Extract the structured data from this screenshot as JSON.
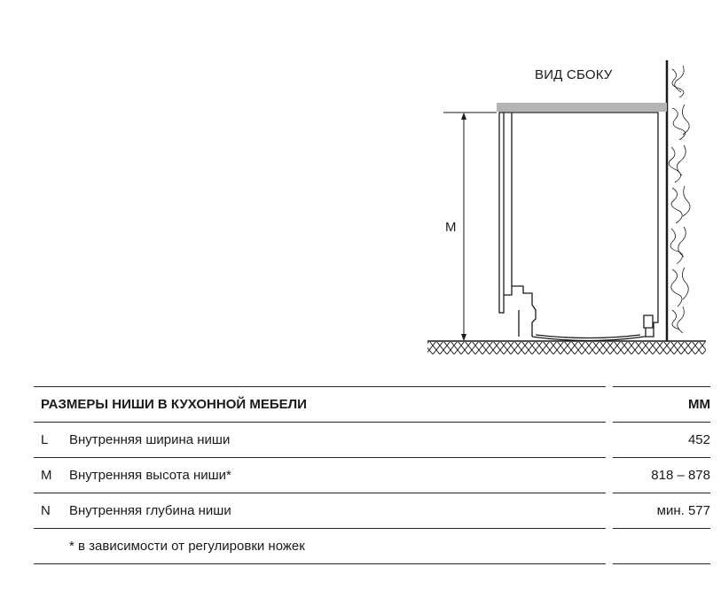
{
  "diagram": {
    "view_label": "ВИД СБОКУ",
    "dimension_label": "M"
  },
  "table": {
    "header": {
      "title": "РАЗМЕРЫ НИШИ В КУХОННОЙ МЕБЕЛИ",
      "unit": "ММ"
    },
    "rows": [
      {
        "letter": "L",
        "name": "Внутренняя ширина ниши",
        "value": "452"
      },
      {
        "letter": "M",
        "name": "Внутренняя высота ниши*",
        "value": "818 – 878"
      },
      {
        "letter": "N",
        "name": "Внутренняя глубина ниши",
        "value": "мин. 577"
      }
    ],
    "footnote": "* в зависимости от регулировки ножек"
  },
  "colors": {
    "line": "#1a1a1a",
    "countertop": "#b4b4b4"
  }
}
